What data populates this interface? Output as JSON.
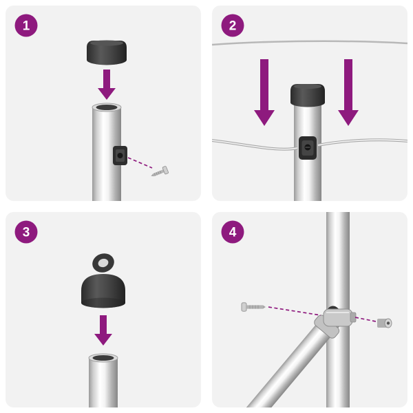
{
  "title": "pole-assembly-instructions",
  "colors": {
    "accent_purple": "#8E1A7E",
    "panel_bg": "#F2F2F2",
    "cap_dark": "#3A3A3A",
    "metal_light": "#FFFFFF",
    "metal_dark": "#8B8B8B",
    "wire_gray": "#B8B8B8"
  },
  "panels": [
    {
      "number": "1",
      "name": "step-1-press-cap-onto-pole-and-attach-clamp-with-screw"
    },
    {
      "number": "2",
      "name": "step-2-lower-wire-into-pole-clamp"
    },
    {
      "number": "3",
      "name": "step-3-press-eyelet-cap-onto-pole"
    },
    {
      "number": "4",
      "name": "step-4-bolt-diagonal-brace-clamp-to-pole"
    }
  ]
}
